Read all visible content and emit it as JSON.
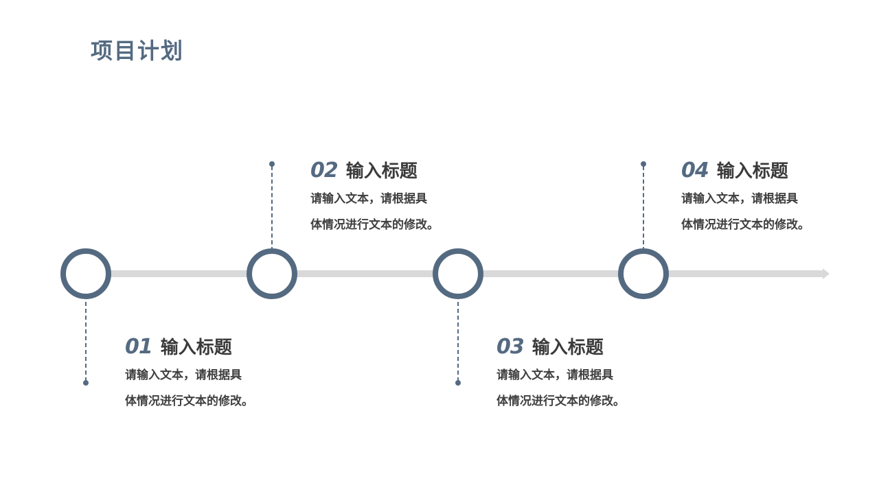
{
  "page": {
    "title": "项目计划"
  },
  "colors": {
    "accent": "#546a81",
    "timeline": "#d9d9d9",
    "text_dark": "#3a3a3a"
  },
  "steps": [
    {
      "number": "01",
      "title": "输入标题",
      "desc_line1": "请输入文本，请根据具",
      "desc_line2": "体情况进行文本的修改。"
    },
    {
      "number": "02",
      "title": "输入标题",
      "desc_line1": "请输入文本，请根据具",
      "desc_line2": "体情况进行文本的修改。"
    },
    {
      "number": "03",
      "title": "输入标题",
      "desc_line1": "请输入文本，请根据具",
      "desc_line2": "体情况进行文本的修改。"
    },
    {
      "number": "04",
      "title": "输入标题",
      "desc_line1": "请输入文本，请根据具",
      "desc_line2": "体情况进行文本的修改。"
    }
  ]
}
